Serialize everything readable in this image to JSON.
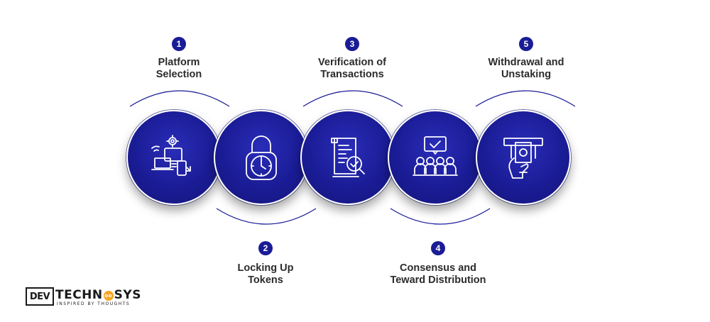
{
  "steps": [
    {
      "number": "1",
      "line1": "Platform",
      "line2": "Selection",
      "icon": "platform-icon"
    },
    {
      "number": "2",
      "line1": "Locking Up",
      "line2": "Tokens",
      "icon": "lock-icon"
    },
    {
      "number": "3",
      "line1": "Verification of",
      "line2": "Transactions",
      "icon": "document-check-icon"
    },
    {
      "number": "4",
      "line1": "Consensus and",
      "line2": "Teward Distribution",
      "icon": "consensus-icon"
    },
    {
      "number": "5",
      "line1": "Withdrawal and",
      "line2": "Unstaking",
      "icon": "atm-cash-icon"
    }
  ],
  "logo": {
    "box": "DEV",
    "name_left": "TECHN",
    "mark": "oo",
    "name_right": "SYS",
    "tagline": "INSPIRED BY THOUGHTS"
  },
  "colors": {
    "primary": "#1a1c96",
    "text": "#2b2b2b",
    "accent": "#f5a623"
  }
}
